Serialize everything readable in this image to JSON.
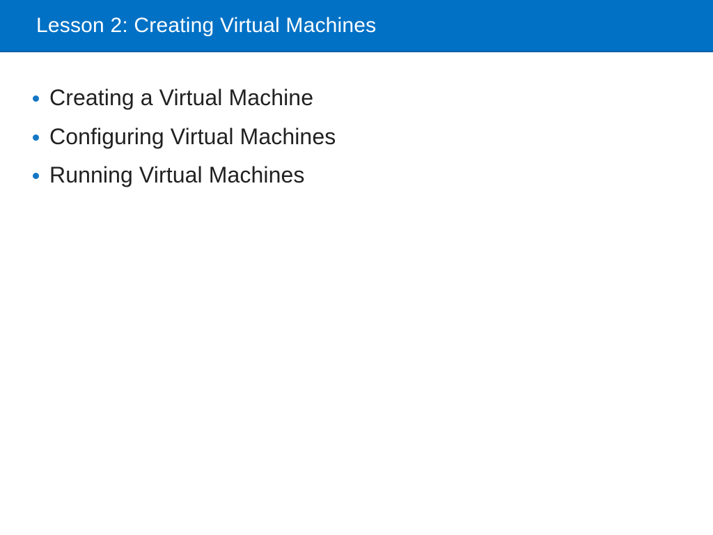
{
  "slide": {
    "title": "Lesson 2: Creating Virtual Machines"
  },
  "bullets": {
    "items": [
      {
        "label": "Creating a Virtual Machine"
      },
      {
        "label": "Configuring Virtual Machines"
      },
      {
        "label": "Running Virtual Machines"
      }
    ]
  },
  "colors": {
    "header_background": "#0071C5",
    "header_text": "#FFFFFF",
    "bullet_dot": "#1377C4",
    "body_text": "#212121",
    "slide_background": "#FFFFFF"
  }
}
